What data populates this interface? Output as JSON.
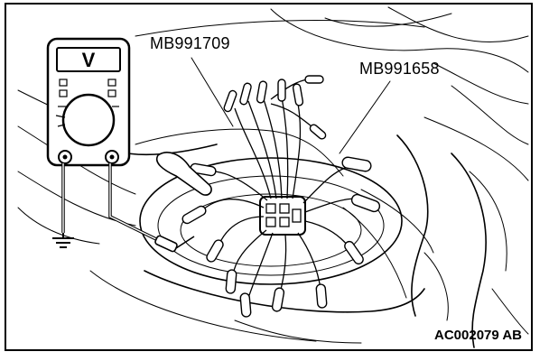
{
  "labels": {
    "tool_a": "MB991709",
    "tool_b": "MB991658",
    "figure_id": "AC002079 AB"
  },
  "meter": {
    "mode_symbol": "V",
    "icon": "voltmeter-icon"
  },
  "ground": {
    "icon": "ground-symbol-icon"
  },
  "colors": {
    "ink": "#000000",
    "background": "#ffffff"
  }
}
